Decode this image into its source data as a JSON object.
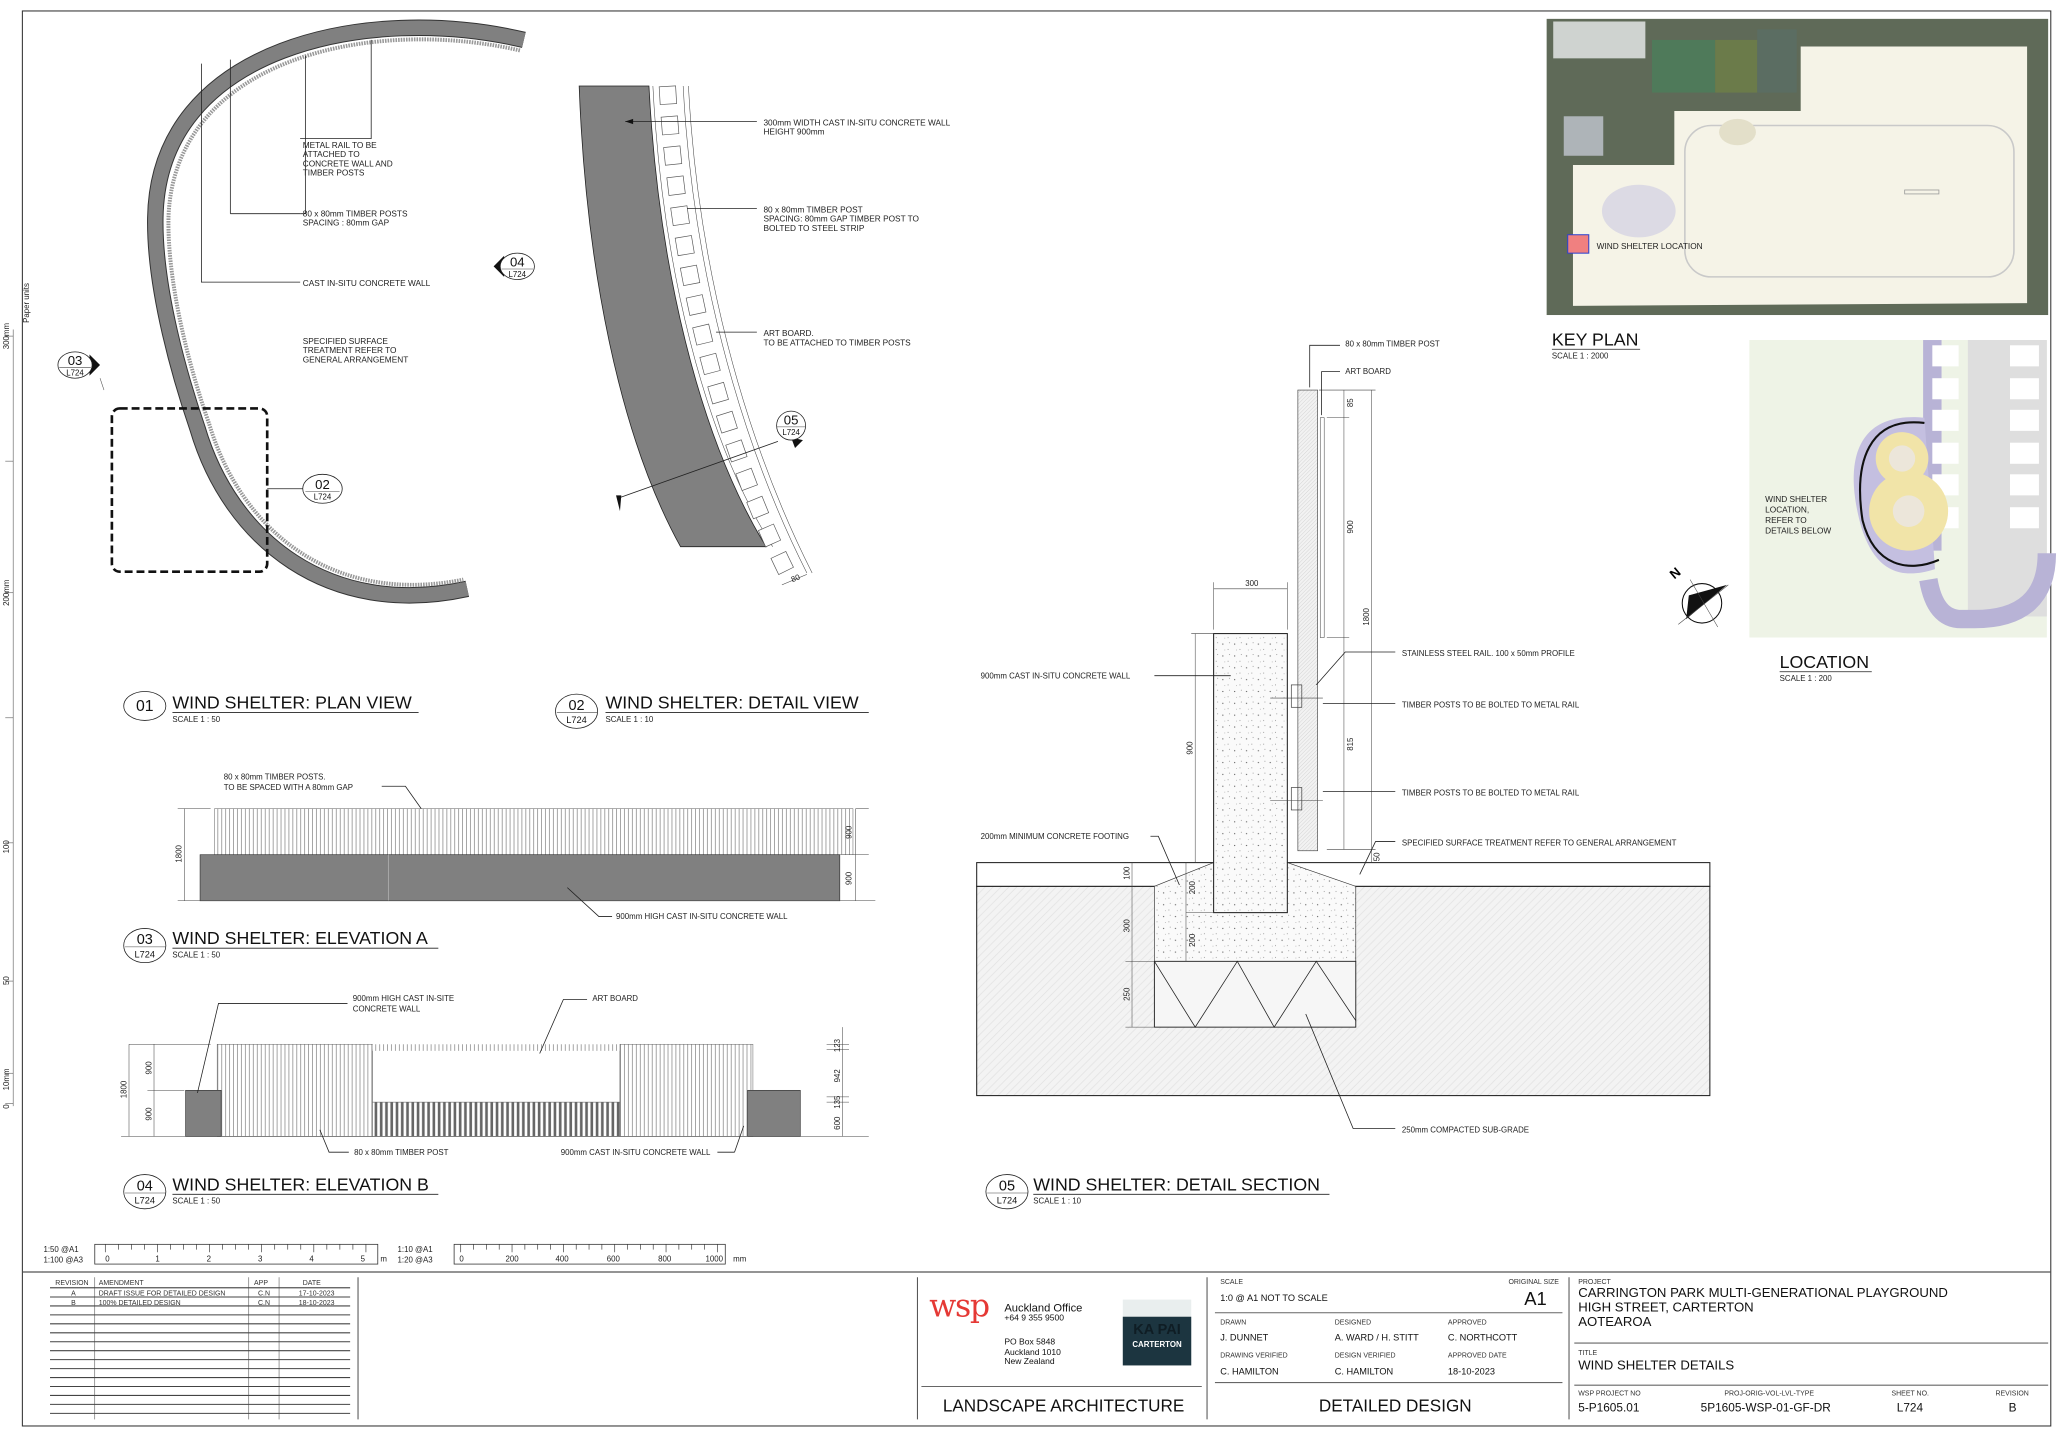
{
  "ruler": {
    "title": "Paper units",
    "labels": [
      "300mm",
      "200mm",
      "100",
      "50",
      "10mm",
      "0"
    ]
  },
  "plan": {
    "num": "01",
    "title": "WIND SHELTER: PLAN VIEW",
    "scale": "SCALE  1 : 50",
    "notes": [
      [
        "METAL RAIL TO BE",
        "ATTACHED TO",
        "CONCRETE WALL AND",
        "TIMBER POSTS"
      ],
      [
        "80 x 80mm TIMBER POSTS",
        "SPACING : 80mm GAP"
      ],
      [
        "CAST IN-SITU CONCRETE WALL"
      ],
      [
        "SPECIFIED SURFACE",
        "TREATMENT REFER TO",
        "GENERAL ARRANGEMENT"
      ]
    ]
  },
  "callouts": {
    "c02": {
      "num": "02",
      "sheet": "L724"
    },
    "c03": {
      "num": "03",
      "sheet": "L724"
    },
    "c04": {
      "num": "04",
      "sheet": "L724"
    },
    "c05": {
      "num": "05",
      "sheet": "L724"
    }
  },
  "detail": {
    "num": "02",
    "sheet": "L724",
    "title": "WIND SHELTER: DETAIL VIEW",
    "scale": "SCALE  1 : 10",
    "notes": [
      [
        "300mm WIDTH CAST IN-SITU CONCRETE WALL",
        "HEIGHT 900mm"
      ],
      [
        "80 x 80mm TIMBER POST",
        "SPACING: 80mm GAP TIMBER POST TO",
        "BOLTED TO STEEL STRIP"
      ],
      [
        "ART BOARD.",
        "TO BE ATTACHED TO TIMBER POSTS"
      ]
    ],
    "dim": "80"
  },
  "elevA": {
    "num": "03",
    "sheet": "L724",
    "title": "WIND SHELTER: ELEVATION A",
    "scale": "SCALE  1 : 50",
    "notes": [
      [
        "80 x 80mm TIMBER POSTS.",
        "TO BE SPACED WITH A 80mm GAP"
      ],
      [
        "900mm HIGH CAST IN-SITU CONCRETE WALL"
      ]
    ],
    "dims": {
      "total": "1800",
      "upper": "900",
      "lower": "900"
    }
  },
  "elevB": {
    "num": "04",
    "sheet": "L724",
    "title": "WIND SHELTER: ELEVATION B",
    "scale": "SCALE  1 : 50",
    "notes": [
      [
        "900mm HIGH CAST IN-SITE",
        "CONCRETE WALL"
      ],
      [
        "ART BOARD"
      ],
      [
        "80 x 80mm TIMBER POST"
      ],
      [
        "900mm CAST IN-SITU CONCRETE WALL"
      ]
    ],
    "dims": {
      "total": "1800",
      "upper": "900",
      "lower": "900",
      "r1": "123",
      "r2": "942",
      "r3": "135",
      "r4": "600"
    }
  },
  "section": {
    "num": "05",
    "sheet": "L724",
    "title": "WIND SHELTER: DETAIL SECTION",
    "scale": "SCALE  1 : 10",
    "notes": {
      "post": "80 x 80mm TIMBER POST",
      "board": "ART BOARD",
      "rail": "STAINLESS STEEL RAIL. 100 x 50mm PROFILE",
      "bolt1": "TIMBER POSTS TO BE BOLTED TO METAL RAIL",
      "bolt2": "TIMBER POSTS TO BE BOLTED TO METAL RAIL",
      "surface": "SPECIFIED SURFACE TREATMENT REFER TO GENERAL ARRANGEMENT",
      "wall": "900mm CAST IN-SITU CONCRETE WALL",
      "footing": "200mm MINIMUM CONCRETE FOOTING",
      "subgrade": "250mm COMPACTED SUB-GRADE"
    },
    "dims": {
      "w": "300",
      "h1800": "1800",
      "h900b": "900",
      "h85": "85",
      "h815": "815",
      "h50": "50",
      "h900": "900",
      "d100": "100",
      "d300": "300",
      "d250": "250",
      "d200a": "200",
      "d200b": "200"
    }
  },
  "keyplan": {
    "title": "KEY PLAN",
    "scale": "SCALE  1 : 2000",
    "marker_label": "WIND SHELTER LOCATION",
    "marker_color": "#f08080"
  },
  "location": {
    "title": "LOCATION",
    "scale": "SCALE  1 : 200",
    "note": [
      "WIND SHELTER",
      "LOCATION,",
      "REFER TO",
      "DETAILS BELOW"
    ]
  },
  "north": "N",
  "scalebars": [
    {
      "l1": "1:50   @A1",
      "l2": "1:100  @A3",
      "ticks": [
        "0",
        "1",
        "2",
        "3",
        "4",
        "5"
      ],
      "unit": "m"
    },
    {
      "l1": "1:10   @A1",
      "l2": "1:20   @A3",
      "ticks": [
        "0",
        "200",
        "400",
        "600",
        "800",
        "1000"
      ],
      "unit": "mm"
    }
  ],
  "revisions": {
    "headers": [
      "REVISION",
      "AMENDMENT",
      "APP",
      "DATE"
    ],
    "rows": [
      [
        "A",
        "DRAFT ISSUE FOR DETAILED DESIGN",
        "C.N",
        "17-10-2023"
      ],
      [
        "B",
        "100% DETAILED DESIGN",
        "C.N",
        "18-10-2023"
      ]
    ]
  },
  "company": {
    "logo": "wsp",
    "office": "Auckland Office",
    "phone": "+64 9 355 9500",
    "address": [
      "PO Box 5848",
      "Auckland 1010",
      "New Zealand"
    ],
    "client_logo": [
      "KA PAI",
      "CARTERTON"
    ],
    "discipline": "LANDSCAPE ARCHITECTURE"
  },
  "titleblock": {
    "scale_label": "SCALE",
    "scale": "1:0 @ A1 NOT TO SCALE",
    "orig_size_label": "ORIGINAL SIZE",
    "orig_size": "A1",
    "drawn_label": "DRAWN",
    "drawn": "J. DUNNET",
    "designed_label": "DESIGNED",
    "designed": "A. WARD / H. STITT",
    "approved_label": "APPROVED",
    "approved": "C. NORTHCOTT",
    "dverified_label": "DRAWING VERIFIED",
    "dverified": "C. HAMILTON",
    "desverified_label": "DESIGN VERIFIED",
    "desverified": "C. HAMILTON",
    "approved_date_label": "APPROVED DATE",
    "approved_date": "18-10-2023",
    "stage": "DETAILED DESIGN",
    "project_label": "PROJECT",
    "project": [
      "CARRINGTON PARK MULTI-GENERATIONAL PLAYGROUND",
      "HIGH STREET, CARTERTON",
      "AOTEAROA"
    ],
    "title_label": "TITLE",
    "title": "WIND SHELTER DETAILS",
    "projno_label": "WSP PROJECT NO",
    "projno": "5-P1605.01",
    "code_label": "PROJ-ORIG-VOL-LVL-TYPE",
    "code": "5P1605-WSP-01-GF-DR",
    "sheet_label": "SHEET NO.",
    "sheet": "L724",
    "rev_label": "REVISION",
    "rev": "B"
  }
}
